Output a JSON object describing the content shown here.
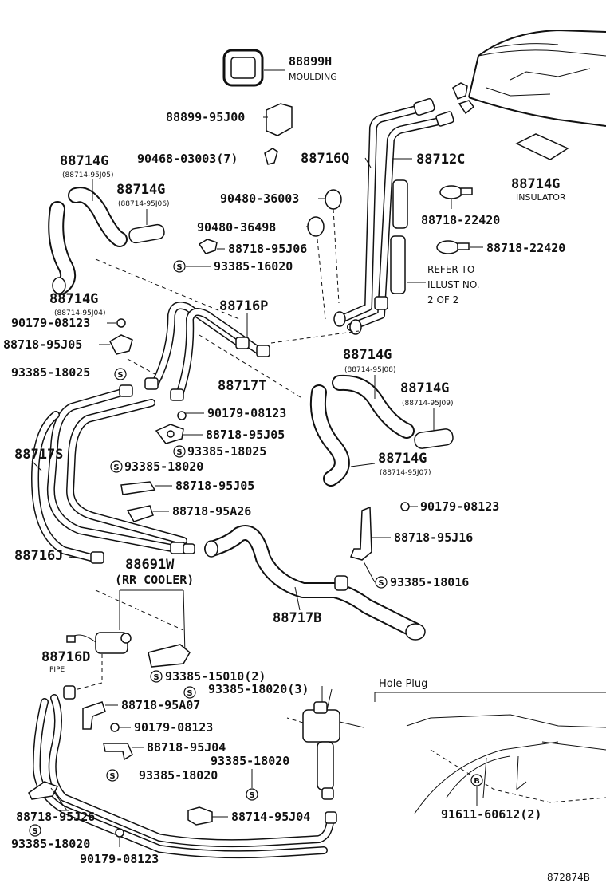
{
  "labels": {
    "p88899H": "88899H",
    "moulding": "MOULDING",
    "p88899_95J00": "88899-95J00",
    "p90468_03003": "90468-03003(7)",
    "p88716Q": "88716Q",
    "p88712C": "88712C",
    "p88714G_a": "88714G",
    "p88714_95J05": "(88714-95J05)",
    "p88714G_b": "88714G",
    "p88714_95J06": "(88714-95J06)",
    "p90480_36003": "90480-36003",
    "p88714G_insul": "88714G",
    "insulator": "INSULATOR",
    "p88718_22420_a": "88718-22420",
    "p90480_36498": "90480-36498",
    "p88718_95J06": "88718-95J06",
    "p88718_22420_b": "88718-22420",
    "p93385_16020": "93385-16020",
    "refer_1": "REFER TO",
    "refer_2": "ILLUST NO.",
    "refer_3": "2 OF 2",
    "p88714G_c": "88714G",
    "p88714_95J04": "(88714-95J04)",
    "p90179_08123_a": "90179-08123",
    "p88716P": "88716P",
    "p88718_95J05_a": "88718-95J05",
    "p93385_18025_a": "93385-18025",
    "p88714G_d": "88714G",
    "p88714_95J08": "(88714-95J08)",
    "p88717T": "88717T",
    "p88714G_e": "88714G",
    "p88714_95J09": "(88714-95J09)",
    "p90179_08123_b": "90179-08123",
    "p88718_95J05_b": "88718-95J05",
    "p88717S": "88717S",
    "p93385_18025_b": "93385-18025",
    "p88714G_f": "88714G",
    "p88714_95J07": "(88714-95J07)",
    "p93385_18020_a": "93385-18020",
    "p88718_95J05_c": "88718-95J05",
    "p90179_08123_c": "90179-08123",
    "p88718_95A26": "88718-95A26",
    "p88718_95J16": "88718-95J16",
    "p88716J": "88716J",
    "p88691W": "88691W",
    "rr_cooler": "(RR COOLER)",
    "p93385_18016": "93385-18016",
    "p88717B": "88717B",
    "p88716D": "88716D",
    "pipe": "PIPE",
    "p93385_15010": "93385-15010(2)",
    "p93385_18020_3": "93385-18020(3)",
    "hole_plug": "Hole Plug",
    "p88718_95A07": "88718-95A07",
    "p90179_08123_d": "90179-08123",
    "p88718_95J04": "88718-95J04",
    "p93385_18020_b": "93385-18020",
    "p93385_18020_c": "93385-18020",
    "p88718_95J26": "88718-95J26",
    "p88714_95J04_bottom": "88714-95J04",
    "p91611_60612": "91611-60612(2)",
    "p93385_18020_d": "93385-18020",
    "p90179_08123_e": "90179-08123",
    "diagram_id": "872874B"
  },
  "symbols": {
    "s": "S",
    "b": "B"
  }
}
